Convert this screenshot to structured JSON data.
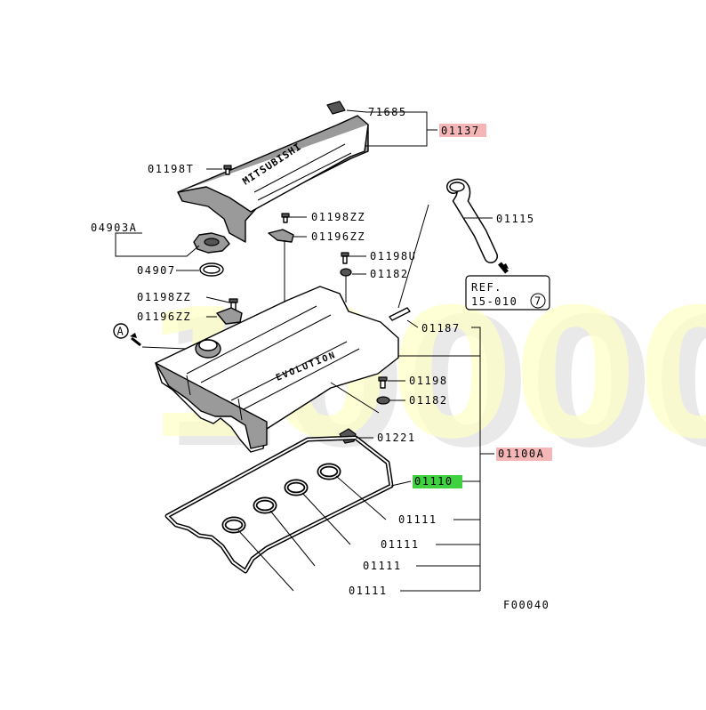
{
  "watermark": {
    "text": "10000"
  },
  "labels": {
    "p71685": "71685",
    "p01137": "01137",
    "p01198T": "01198T",
    "p01198ZZ_a": "01198ZZ",
    "p01196ZZ_a": "01196ZZ",
    "p01115": "01115",
    "p04903A": "04903A",
    "p04907": "04907",
    "p01198U": "01198U",
    "p01182_a": "01182",
    "p01198ZZ_b": "01198ZZ",
    "p01196ZZ_b": "01196ZZ",
    "p01187": "01187",
    "p01198": "01198",
    "p01182_b": "01182",
    "p01221": "01221",
    "p01100A": "01100A",
    "p01110": "01110",
    "p01111_a": "01111",
    "p01111_b": "01111",
    "p01111_c": "01111",
    "p01111_d": "01111",
    "refA": "A",
    "ref_line1": "REF.",
    "ref_line2": "15-010",
    "ref_circle": "7",
    "figure_code": "F00040",
    "cover_brand": "MITSUBISHI",
    "valve_text": "EVOLUTION"
  },
  "colors": {
    "highlight_red": "#f4b6b6",
    "highlight_green": "#3fd13f"
  }
}
